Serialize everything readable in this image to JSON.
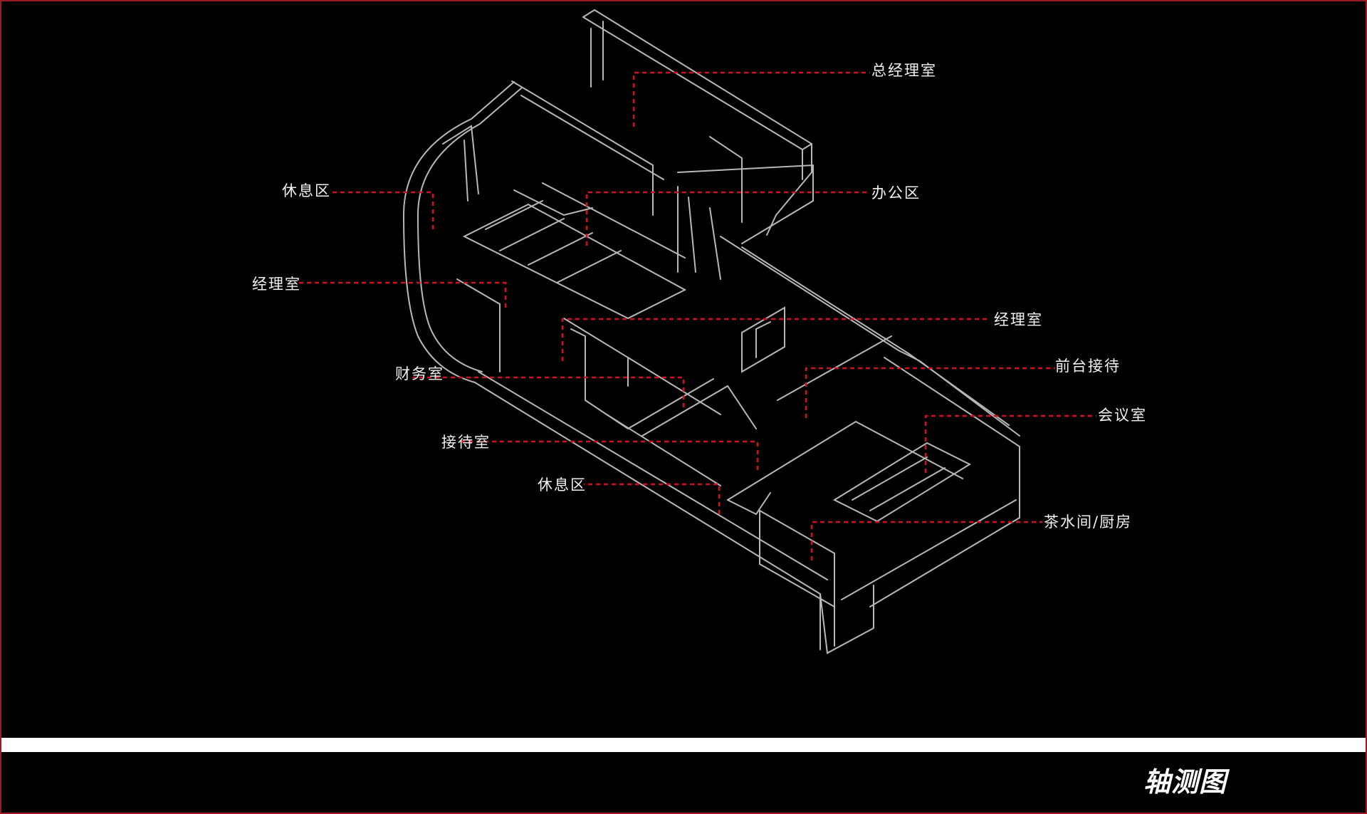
{
  "colors": {
    "background": "#000000",
    "frame": "#9c1c22",
    "leader": "#d0101e",
    "sketch": "#d9d9d9",
    "text": "#f2f2f2",
    "band": "#ffffff"
  },
  "labels": {
    "general_manager_office": "总经理室",
    "lounge_top": "休息区",
    "office_area": "办公区",
    "manager_office_left": "经理室",
    "manager_office_right": "经理室",
    "finance_office": "财务室",
    "reception_desk": "前台接待",
    "meeting_room": "会议室",
    "reception_room": "接待室",
    "lounge_bottom": "休息区",
    "pantry_kitchen": "茶水间/厨房"
  },
  "title": "轴测图"
}
